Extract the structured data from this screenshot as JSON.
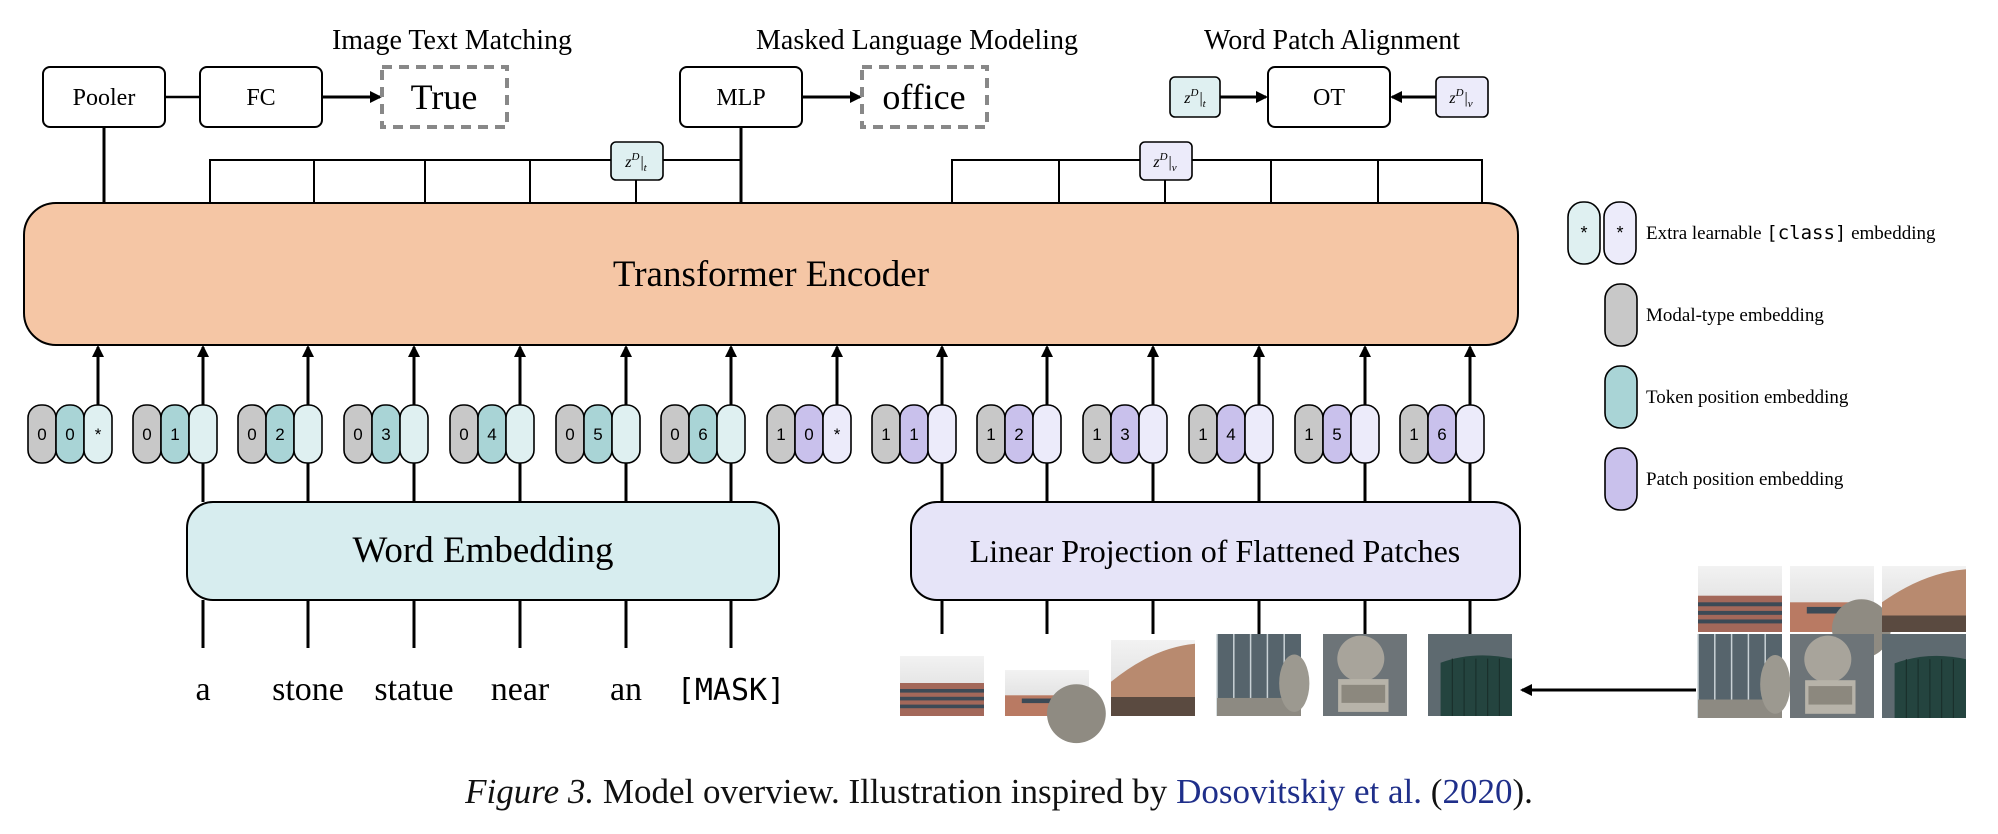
{
  "heads": {
    "itm": {
      "title": "Image Text Matching",
      "pooler": "Pooler",
      "fc": "FC",
      "output": "True"
    },
    "mlm": {
      "title": "Masked Language Modeling",
      "mlp": "MLP",
      "output": "office"
    },
    "wpa": {
      "title": "Word Patch Alignment",
      "ot": "OT",
      "z_text": "z",
      "z_sup": "D",
      "z_sub_t": "t",
      "z_sub_v": "v"
    }
  },
  "encoder": {
    "label": "Transformer Encoder"
  },
  "word_embedding": {
    "label": "Word Embedding"
  },
  "patch_projection": {
    "label": "Linear Projection of Flattened Patches"
  },
  "text_tokens": [
    {
      "modal": "0",
      "pos": "0",
      "extra": "*"
    },
    {
      "modal": "0",
      "pos": "1",
      "extra": ""
    },
    {
      "modal": "0",
      "pos": "2",
      "extra": ""
    },
    {
      "modal": "0",
      "pos": "3",
      "extra": ""
    },
    {
      "modal": "0",
      "pos": "4",
      "extra": ""
    },
    {
      "modal": "0",
      "pos": "5",
      "extra": ""
    },
    {
      "modal": "0",
      "pos": "6",
      "extra": ""
    }
  ],
  "image_tokens": [
    {
      "modal": "1",
      "pos": "0",
      "extra": "*"
    },
    {
      "modal": "1",
      "pos": "1",
      "extra": ""
    },
    {
      "modal": "1",
      "pos": "2",
      "extra": ""
    },
    {
      "modal": "1",
      "pos": "3",
      "extra": ""
    },
    {
      "modal": "1",
      "pos": "4",
      "extra": ""
    },
    {
      "modal": "1",
      "pos": "5",
      "extra": ""
    },
    {
      "modal": "1",
      "pos": "6",
      "extra": ""
    }
  ],
  "words": [
    "a",
    "stone",
    "statue",
    "near",
    "an",
    "[MASK]"
  ],
  "legend": [
    {
      "kind": "class",
      "label_pre": "Extra learnable ",
      "label_code": "[class]",
      "label_post": " embedding",
      "symbol": "*"
    },
    {
      "kind": "modal",
      "label": "Modal-type embedding"
    },
    {
      "kind": "token",
      "label": "Token position embedding"
    },
    {
      "kind": "patch",
      "label": "Patch position embedding"
    }
  ],
  "caption": {
    "figure": "Figure 3.",
    "text": " Model overview. Illustration inspired by ",
    "cite_author": "Dosovitskiy et al.",
    "cite_year_open": " (",
    "cite_year": "2020",
    "cite_year_close": ")."
  },
  "colors": {
    "encoder_fill": "#f5c6a5",
    "word_embedding_fill": "#d7edef",
    "patch_projection_fill": "#e6e4f8",
    "modal_gray": "#c8c8c8",
    "token_teal": "#a9d4d6",
    "patch_lavender": "#c9c1ec",
    "class_teal_light": "#dff0f1",
    "class_lavender_light": "#ecebfa",
    "citation_blue": "#1f2f8a"
  }
}
